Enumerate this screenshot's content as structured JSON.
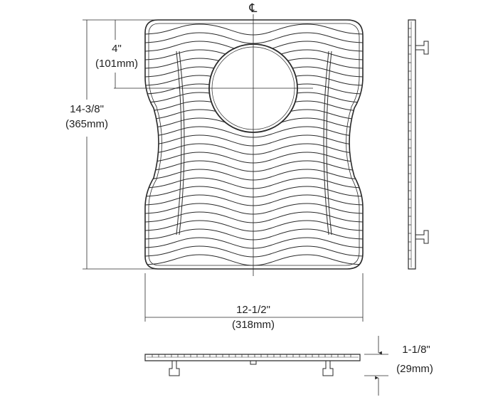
{
  "centerline": {
    "symbol": "℄"
  },
  "dimensions": {
    "circle_offset": {
      "imperial": "4\"",
      "metric": "(101mm)"
    },
    "height": {
      "imperial": "14-3/8\"",
      "metric": "(365mm)"
    },
    "width": {
      "imperial": "12-1/2\"",
      "metric": "(318mm)"
    },
    "depth": {
      "imperial": "1-1/8\"",
      "metric": "(29mm)"
    }
  },
  "colors": {
    "line": "#2a2a2a",
    "fill": "#ffffff"
  }
}
